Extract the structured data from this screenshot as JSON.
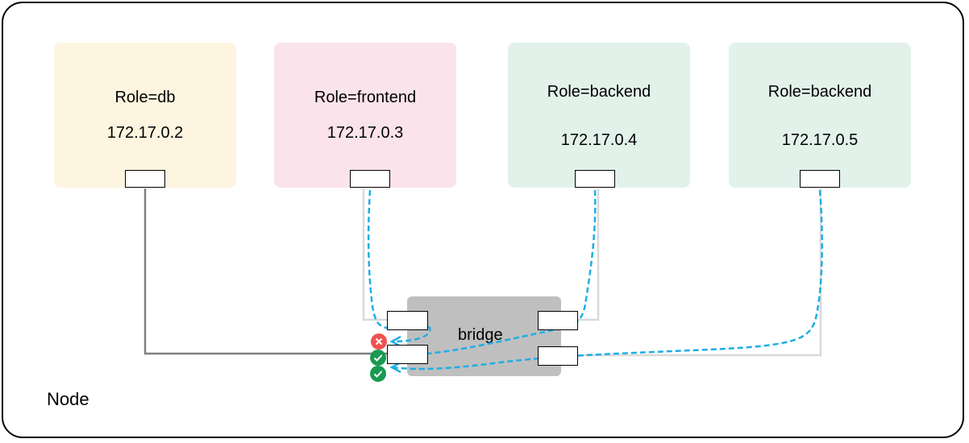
{
  "node": {
    "label": "Node"
  },
  "pods": [
    {
      "role": "Role=db",
      "ip": "172.17.0.2",
      "color": "#fdf5df"
    },
    {
      "role": "Role=frontend",
      "ip": "172.17.0.3",
      "color": "#fae3ea"
    },
    {
      "role": "Role=backend",
      "ip": "172.17.0.4",
      "color": "#e2f2ea"
    },
    {
      "role": "Role=backend",
      "ip": "172.17.0.5",
      "color": "#e2f2ea"
    }
  ],
  "bridge": {
    "label": "bridge",
    "color": "#bfbfbf"
  },
  "colors": {
    "traffic_dashed": "#1eaee6",
    "wire_db": "#808080",
    "wire_light": "#d9d9d9",
    "blocked": "#f0534f",
    "allowed": "#1a9a4f"
  },
  "status_icons": [
    {
      "icon": "blocked-x-icon",
      "state": "blocked"
    },
    {
      "icon": "allowed-check-icon",
      "state": "allowed"
    },
    {
      "icon": "allowed-check-icon",
      "state": "allowed"
    }
  ]
}
